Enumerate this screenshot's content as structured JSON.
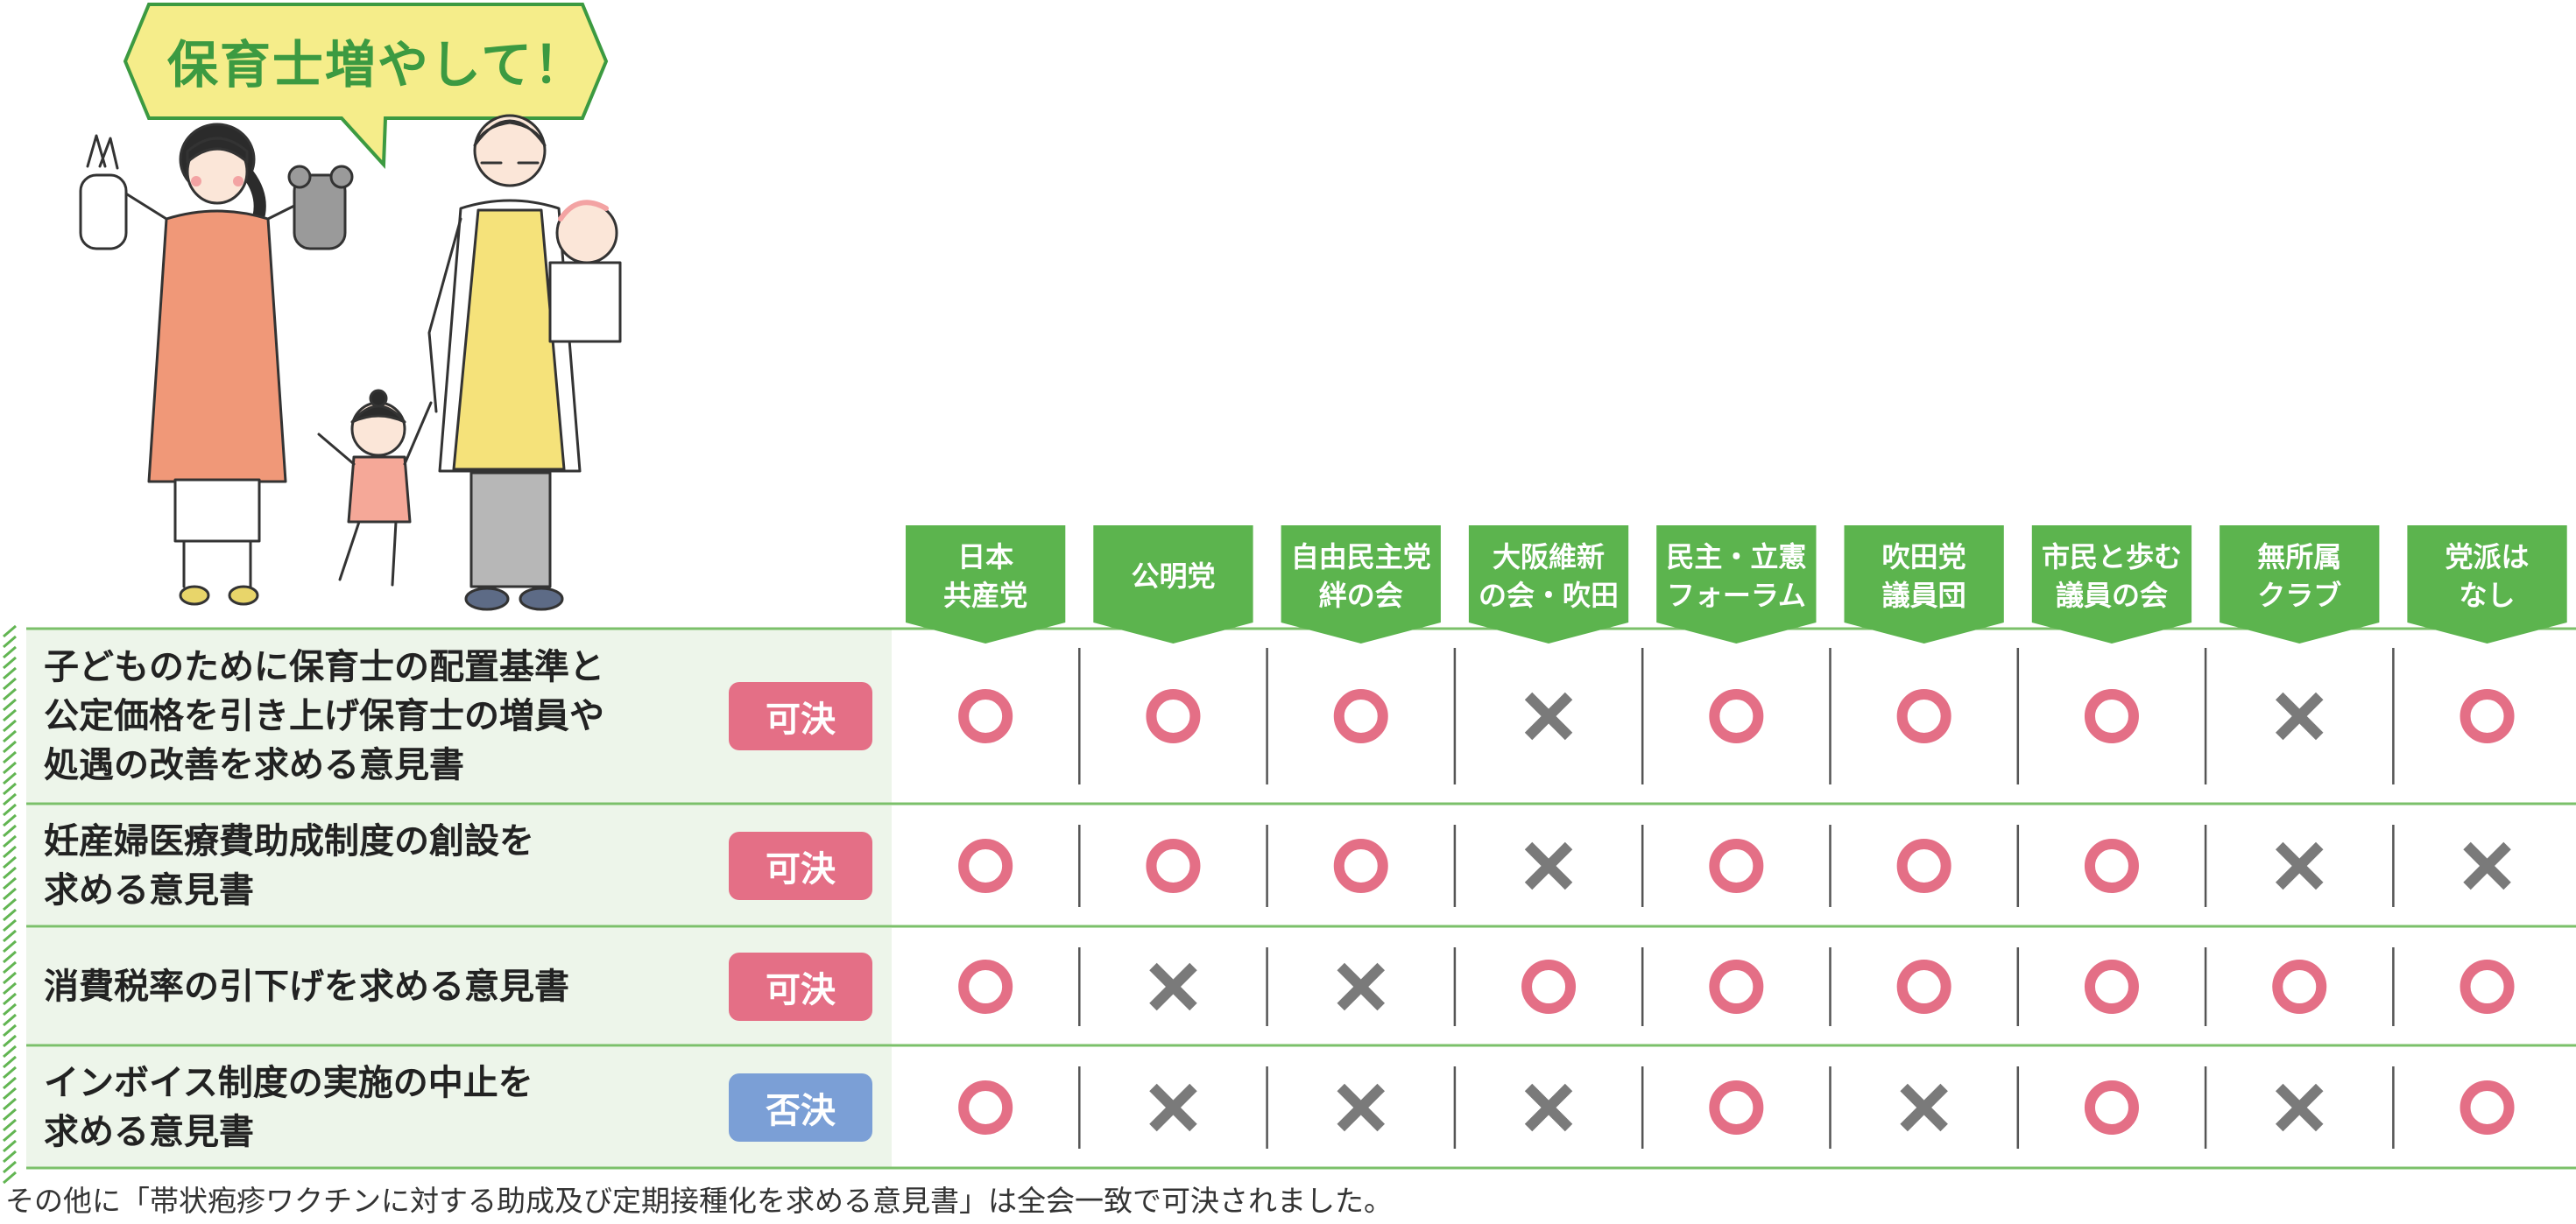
{
  "colors": {
    "header_green": "#5cb44e",
    "row_bg": "#edf5ea",
    "row_divider": "#7bc06a",
    "passed": "#e46f86",
    "rejected": "#7b9fd6",
    "circle": "#e46f86",
    "cross": "#7a7a7a",
    "speech_bubble": "#f5ed8a"
  },
  "illustration": {
    "speech_bubble": "保育士増やして！"
  },
  "chart_data": {
    "type": "table",
    "columns": [
      "日本\n共産党",
      "公明党",
      "自由民主党\n絆の会",
      "大阪維新\nの会・吹田",
      "民主・立憲\nフォーラム",
      "吹田党\n議員団",
      "市民と歩む\n議員の会",
      "無所属\nクラブ",
      "党派は\nなし"
    ],
    "rows": [
      {
        "label": "子どものために保育士の配置基準と\n公定価格を引き上げ保育士の増員や\n処遇の改善を求める意見書",
        "result": "可決",
        "votes": [
          "○",
          "○",
          "○",
          "×",
          "○",
          "○",
          "○",
          "×",
          "○"
        ]
      },
      {
        "label": "妊産婦医療費助成制度の創設を\n求める意見書",
        "result": "可決",
        "votes": [
          "○",
          "○",
          "○",
          "×",
          "○",
          "○",
          "○",
          "×",
          "×"
        ]
      },
      {
        "label": "消費税率の引下げを求める意見書",
        "result": "可決",
        "votes": [
          "○",
          "×",
          "×",
          "○",
          "○",
          "○",
          "○",
          "○",
          "○"
        ]
      },
      {
        "label": "インボイス制度の実施の中止を\n求める意見書",
        "result": "否決",
        "votes": [
          "○",
          "×",
          "×",
          "×",
          "○",
          "×",
          "○",
          "×",
          "○"
        ]
      }
    ]
  },
  "footnote": "その他に「帯状疱疹ワクチンに対する助成及び定期接種化を求める意見書」は全会一致で可決されました。"
}
